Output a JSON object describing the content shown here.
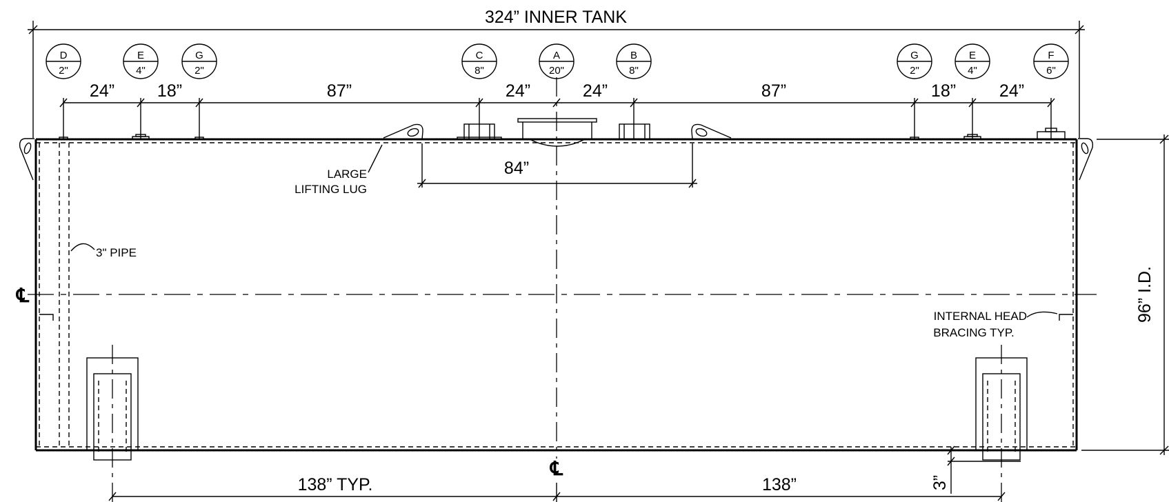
{
  "dimensions": {
    "overall": "324” INNER TANK",
    "top": [
      "24”",
      "18”",
      "87”",
      "24”",
      "24”",
      "87”",
      "18”",
      "24”"
    ],
    "lug_spacing": "84”",
    "bottom_left": "138” TYP.",
    "bottom_right": "138”",
    "clearance": "3”",
    "height": "96” I.D."
  },
  "nozzles": [
    {
      "letter": "D",
      "size": "2\""
    },
    {
      "letter": "E",
      "size": "4\""
    },
    {
      "letter": "G",
      "size": "2\""
    },
    {
      "letter": "C",
      "size": "8\""
    },
    {
      "letter": "A",
      "size": "20\""
    },
    {
      "letter": "B",
      "size": "8\""
    },
    {
      "letter": "G",
      "size": "2\""
    },
    {
      "letter": "E",
      "size": "4\""
    },
    {
      "letter": "F",
      "size": "6\""
    }
  ],
  "notes": {
    "lug_line1": "LARGE",
    "lug_line2": "LIFTING LUG",
    "pipe": "3\" PIPE",
    "bracing_line1": "INTERNAL HEAD",
    "bracing_line2": "BRACING TYP."
  },
  "centerline_symbol": "℄"
}
